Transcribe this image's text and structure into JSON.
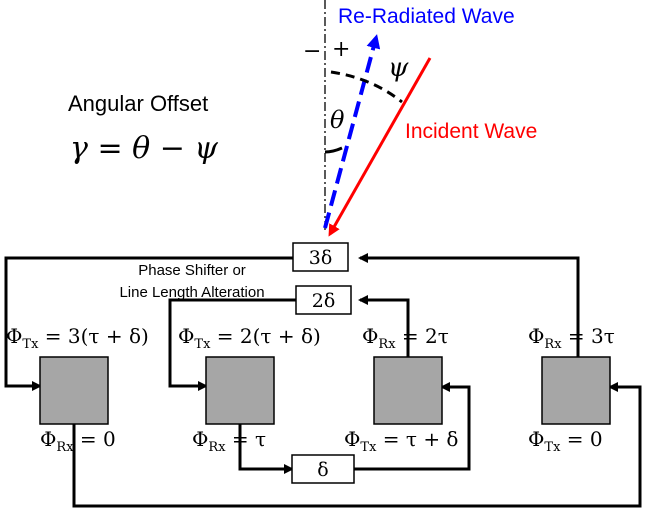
{
  "top": {
    "reradiated_label": "Re-Radiated Wave",
    "incident_label": "Incident Wave",
    "minus": "−",
    "plus": "+",
    "psi": "ψ",
    "theta": "θ",
    "offset_title": "Angular Offset",
    "offset_formula": "γ = θ − ψ",
    "colors": {
      "reradiated": "#0000ff",
      "incident": "#ff0000"
    }
  },
  "network": {
    "shifter_label_line1": "Phase Shifter or",
    "shifter_label_line2": "Line Length Alteration",
    "boxes": {
      "b1": "3δ",
      "b2": "2δ",
      "b3": "δ"
    },
    "phase_labels": {
      "tx1": {
        "sym": "Φ",
        "sub": "Tx",
        "rest": " = 3(τ + δ)"
      },
      "tx2": {
        "sym": "Φ",
        "sub": "Tx",
        "rest": " = 2(τ + δ)"
      },
      "rx3": {
        "sym": "Φ",
        "sub": "Rx",
        "rest": " = 2τ"
      },
      "rx4": {
        "sym": "Φ",
        "sub": "Rx",
        "rest": " = 3τ"
      },
      "rx1": {
        "sym": "Φ",
        "sub": "Rx",
        "rest": " = 0"
      },
      "rx2": {
        "sym": "Φ",
        "sub": "Rx",
        "rest": " = τ"
      },
      "tx3": {
        "sym": "Φ",
        "sub": "Tx",
        "rest": " = τ + δ"
      },
      "tx4": {
        "sym": "Φ",
        "sub": "Tx",
        "rest": " = 0"
      }
    }
  }
}
